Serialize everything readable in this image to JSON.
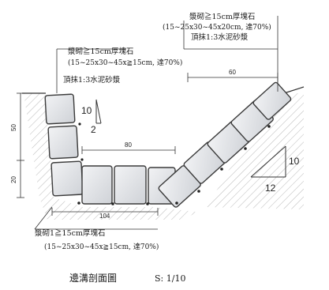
{
  "title": "邊溝剖面圖",
  "scale": "S: 1/10",
  "callouts": {
    "top_right": [
      "漿砌≧15cm厚塊石",
      "(15~25x30~45x20cm, 達70%)",
      "頂抹1:3水泥砂漿"
    ],
    "left": [
      "漿砌≧15cm厚塊石",
      "(15~25x30~45x≧15cm, 達70%)",
      "頂抹1:3水泥砂漿"
    ],
    "bottom": [
      "漿砌1≧15cm厚塊石",
      "(15~25x30~45x≧15cm, 達70%)"
    ]
  },
  "dimensions": {
    "top_width": "60",
    "bottom_inner": "80",
    "bottom_outer": "104",
    "wall_height": "50",
    "base_height": "20",
    "left_slope_rise": "10",
    "left_slope_run": "2",
    "right_slope_rise": "10",
    "right_slope_run": "12"
  },
  "colors": {
    "stone_fill": "#e2e4e8",
    "stone_edge": "#3a3a3a",
    "hatch": "#8a8a8a",
    "line": "#222222"
  }
}
